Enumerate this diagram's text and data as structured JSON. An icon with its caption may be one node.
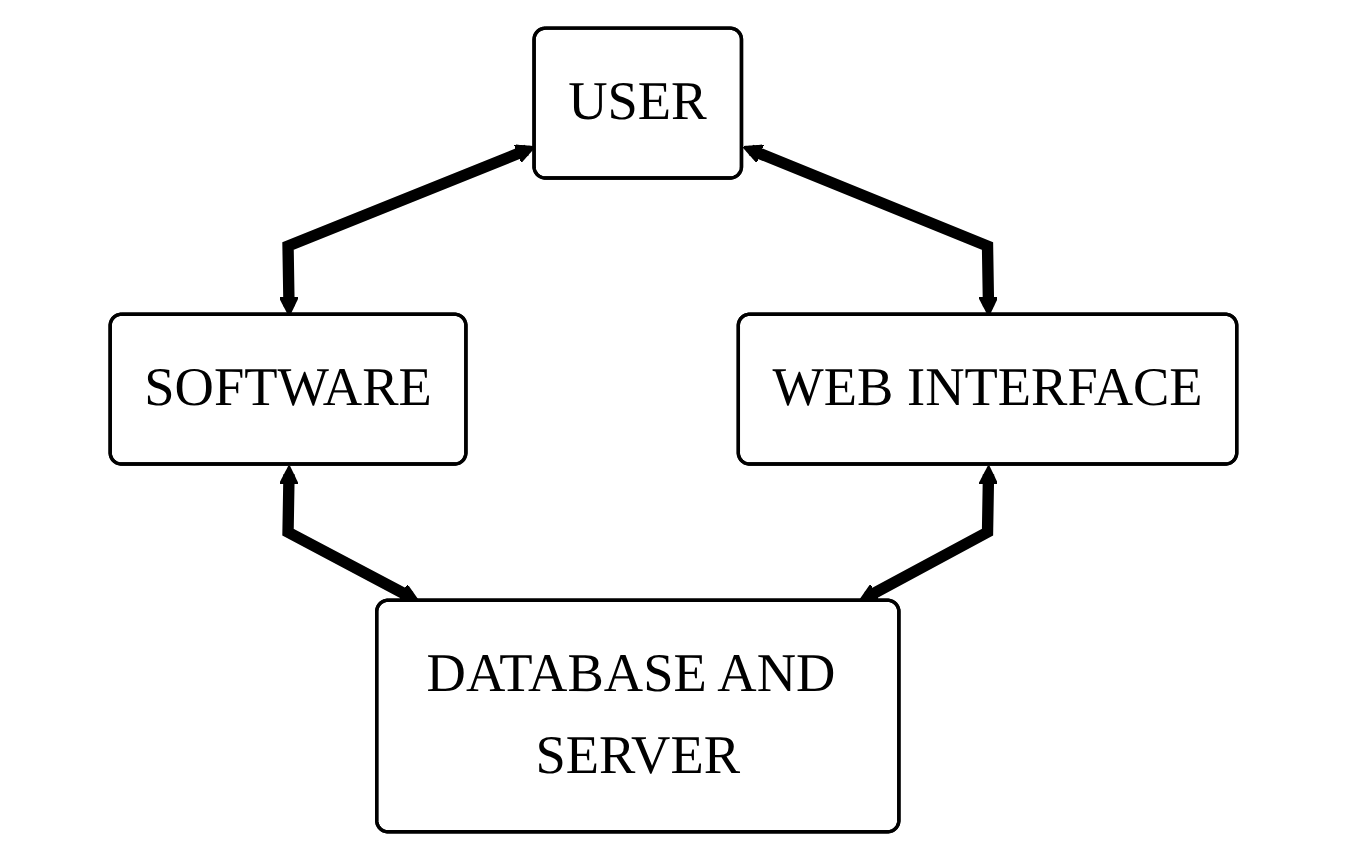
{
  "diagram": {
    "nodes": [
      {
        "text": [
          "USER"
        ]
      },
      {
        "text": [
          "SOFTWARE"
        ]
      },
      {
        "text": [
          "WEB INTERFACE"
        ]
      },
      {
        "text": [
          "DATABASE AND SERVER"
        ]
      }
    ],
    "edges": [
      {
        "from": 0,
        "to": 1,
        "arrow": "both"
      },
      {
        "from": 0,
        "to": 2,
        "arrow": "both"
      },
      {
        "from": 1,
        "to": 3,
        "arrow": "both"
      },
      {
        "from": 2,
        "to": 3,
        "arrow": "both"
      }
    ]
  }
}
